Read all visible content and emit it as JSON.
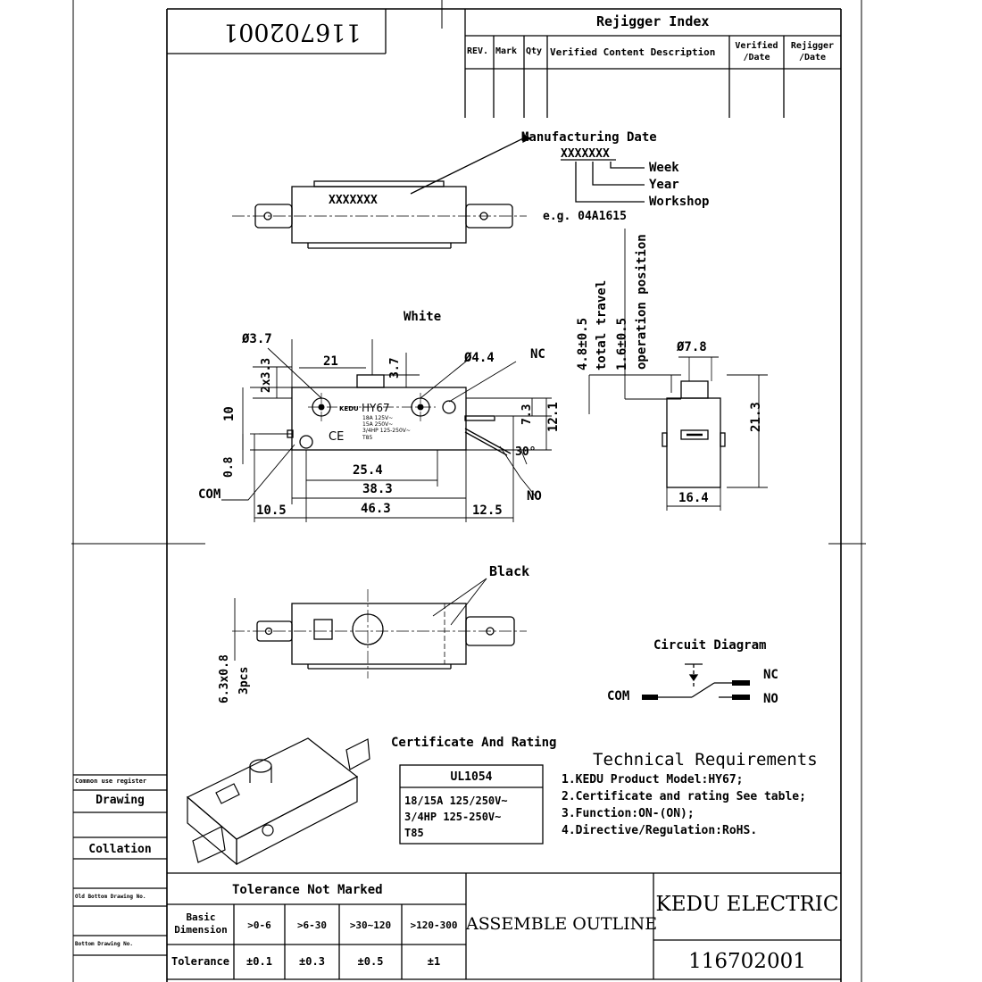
{
  "title_block": {
    "drawing_number_mirrored": "116702001",
    "company": "KEDU ELECTRIC",
    "title": "ASSEMBLE OUTLINE",
    "drawing_number": "116702001"
  },
  "revision_index": {
    "heading": "Rejigger Index",
    "columns": [
      "REV.",
      "Mark",
      "Qty",
      "Verified Content Description",
      "Verified /Date",
      "Rejigger /Date"
    ]
  },
  "mfg_date": {
    "label": "Manufacturing Date",
    "code": "XXXXXXX",
    "week": "Week",
    "year": "Year",
    "workshop": "Workshop",
    "example": "e.g.  04A1615",
    "body_mark": "XXXXXXX"
  },
  "front_view": {
    "white": "White",
    "d37": "Ø3.7",
    "d44": "Ø4.4",
    "nc": "NC",
    "no": "NO",
    "com": "COM",
    "dim_21": "21",
    "dim_2x33": "2x3.3",
    "dim_37": "3.7",
    "dim_10": "10",
    "dim_08": "0.8",
    "dim_73": "7.3",
    "dim_121": "12.1",
    "dim_30": "30°",
    "dim_254": "25.4",
    "dim_383": "38.3",
    "dim_105": "10.5",
    "dim_463": "46.3",
    "dim_125": "12.5",
    "body_model": "HY67",
    "body_brand": "KEDU",
    "body_rating1": "18A 125V~",
    "body_rating2": "15A 250V~",
    "body_rating3": "3/4HP 125-250V~",
    "body_t85": "T85",
    "body_ce": "CE"
  },
  "side_view": {
    "travel_val": "4.8±0.5",
    "travel_label": "total travel",
    "op_val": "1.6±0.5",
    "op_label": "operation position",
    "d78": "Ø7.8",
    "dim_213": "21.3",
    "dim_164": "16.4"
  },
  "bottom_view": {
    "black": "Black",
    "terminals_dim": "6.3x0.8",
    "terminals_qty": "3pcs"
  },
  "circuit": {
    "title": "Circuit Diagram",
    "nc": "NC",
    "no": "NO",
    "com": "COM"
  },
  "certificate": {
    "title": "Certificate And Rating",
    "standard": "UL1054",
    "line1": "18/15A 125/250V~",
    "line2": "3/4HP 125-250V~",
    "line3": "T85"
  },
  "technical": {
    "title": "Technical Requirements",
    "items": [
      "1.KEDU Product Model:HY67;",
      "2.Certificate and rating See table;",
      "3.Function:ON-(ON);",
      "4.Directive/Regulation:RoHS."
    ]
  },
  "left_strip": {
    "register": "Common use register",
    "drawing": "Drawing",
    "collation": "Collation",
    "old_bottom": "Old Bottom Drawing No.",
    "bottom": "Bottom Drawing No."
  },
  "tolerance": {
    "title": "Tolerance Not Marked",
    "basic": "Basic Dimension",
    "ranges": [
      ">0-6",
      ">6-30",
      ">30~120",
      ">120-300"
    ],
    "row_label": "Tolerance",
    "values": [
      "±0.1",
      "±0.3",
      "±0.5",
      "±1"
    ]
  }
}
